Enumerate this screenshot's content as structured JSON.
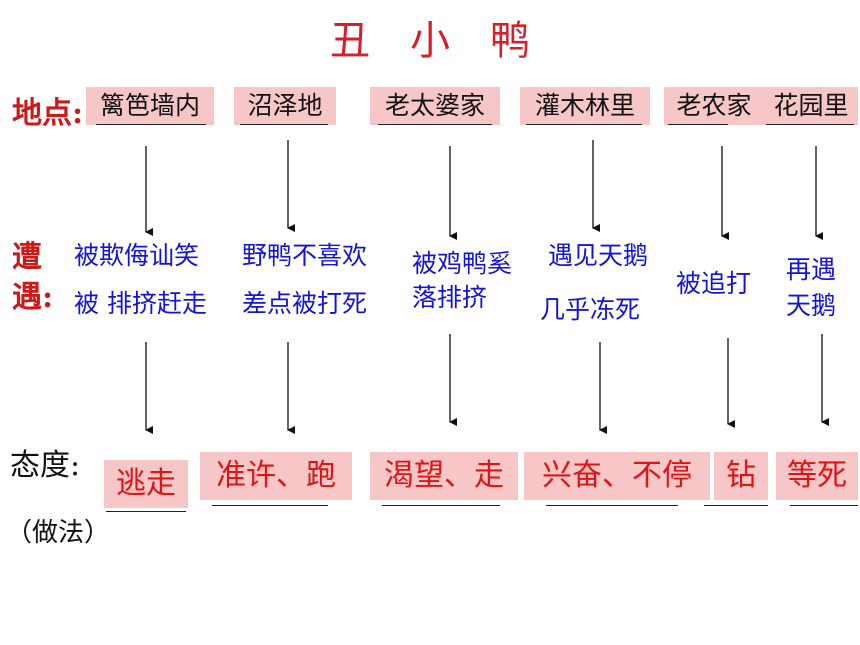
{
  "title": "丑　小　鸭",
  "labels": {
    "location": "地点:",
    "encounter_1": "遭",
    "encounter_2": "遇:",
    "attitude": "态度:",
    "method": "（做法）"
  },
  "locations": [
    "篱笆墙内",
    "沼泽地",
    "老太婆家",
    "灌木林里",
    "老农家",
    "花园里"
  ],
  "encounters": [
    [
      "被欺侮讪笑",
      "被 排挤赶走"
    ],
    [
      "野鸭不喜欢",
      "差点被打死"
    ],
    [
      "被鸡鸭奚",
      "落排挤"
    ],
    [
      "遇见天鹅",
      "几乎冻死"
    ],
    [
      "被追打"
    ],
    [
      "再遇",
      "天鹅"
    ]
  ],
  "attitudes": [
    "逃走",
    "准许、跑",
    "渴望、走",
    "兴奋、不停",
    "钻",
    "等死"
  ],
  "colors": {
    "title": "#d61f2a",
    "label_red": "#cc1a1a",
    "encounter_text": "#1414d8",
    "attitude_text": "#e01414",
    "highlight": "#f7c6c6"
  }
}
